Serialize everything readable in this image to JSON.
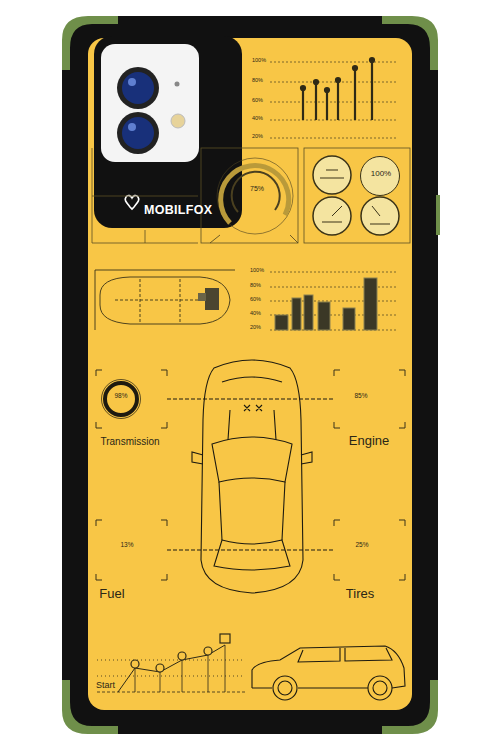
{
  "diagram": {
    "nodes": [
      {
        "text": [
          "75%"
        ]
      },
      {
        "text": [
          "100%"
        ]
      },
      {
        "text": [
          "98%",
          "Transmission"
        ]
      },
      {
        "text": [
          "85%",
          "Engine"
        ]
      },
      {
        "text": [
          "13%",
          "Fuel"
        ]
      },
      {
        "text": [
          "25%",
          "Tires"
        ]
      }
    ],
    "edges": [
      {
        "from": 2,
        "to": 3,
        "arrow": "none"
      },
      {
        "from": 4,
        "to": 5,
        "arrow": "none"
      }
    ],
    "labels": [
      "MOBILFOX",
      "100%",
      "80%",
      "60%",
      "40%",
      "20%",
      "100%",
      "80%",
      "60%",
      "40%",
      "20%",
      "Start"
    ]
  }
}
